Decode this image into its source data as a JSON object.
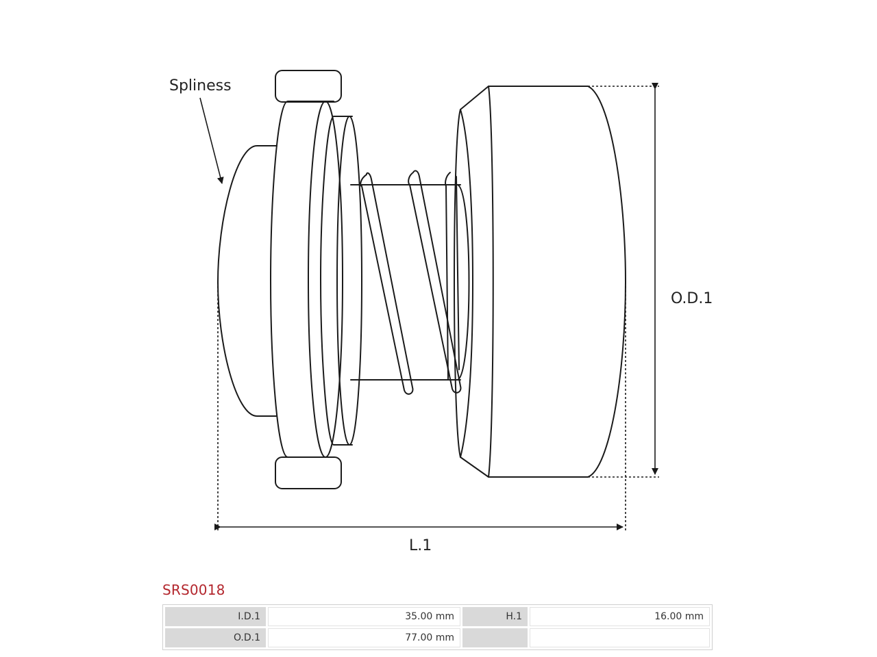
{
  "diagram": {
    "labels": {
      "spline": "Spliness",
      "outer_diameter": "O.D.1",
      "length": "L.1"
    }
  },
  "product": {
    "code": "SRS0018",
    "colors": {
      "code": "#b3262d",
      "key_cell": "#d9d9d9",
      "line": "#1a1a1a"
    }
  },
  "specs": {
    "rows": [
      {
        "key1": "I.D.1",
        "value1": "35.00 mm",
        "key2": "H.1",
        "value2": "16.00 mm"
      },
      {
        "key1": "O.D.1",
        "value1": "77.00  mm",
        "key2": "",
        "value2": ""
      }
    ]
  }
}
